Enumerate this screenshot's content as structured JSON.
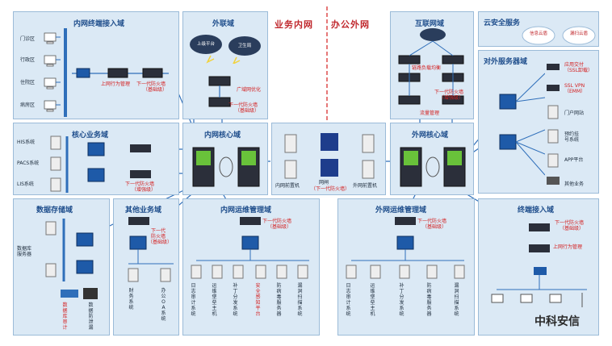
{
  "header": {
    "left": "业务内网",
    "right": "办公外网"
  },
  "zones": {
    "terminal_in": {
      "title": "内网终端接入域",
      "depts": [
        "门诊区",
        "行政区",
        "住院区",
        "病房区"
      ],
      "behavior_mgmt": "上网行为管理",
      "fw": [
        "下一代防火墙",
        "（基础级）"
      ]
    },
    "ext": {
      "title": "外联域",
      "clouds": [
        "上级平台",
        "卫生局"
      ],
      "opt": "广域网优化",
      "fw": [
        "下一代防火墙",
        "（基础级）"
      ]
    },
    "internet": {
      "title": "互联网域",
      "lb": "链路负载均衡",
      "traffic": "流量管理",
      "fw": [
        "下一代防火墙",
        "（增强级）"
      ]
    },
    "cloud": {
      "title": "云安全服务",
      "clouds": [
        "信息云盾",
        "漏扫云盾"
      ]
    },
    "ext_srv": {
      "title": "对外服务器域",
      "items": [
        "应用交付",
        "（SSL卸载）",
        "SSL VPN",
        "（EMM）",
        "门户网站",
        "预约挂",
        "号系统",
        "APP平台",
        "其他业务"
      ]
    },
    "core_biz": {
      "title": "核心业务域",
      "systems": [
        "HIS系统",
        "PACS系统",
        "LIS系统"
      ],
      "fw": [
        "下一代防火墙",
        "（增强级）"
      ]
    },
    "in_core": {
      "title": "内网核心域"
    },
    "mid": {
      "left": "内网前置机",
      "gap": "网闸",
      "gap_fw": "（下一代防火墙）",
      "right": "外网前置机"
    },
    "out_core": {
      "title": "外网核心域"
    },
    "storage": {
      "title": "数据存储域",
      "server": [
        "数据库",
        "服务器"
      ],
      "audit": "数据库审计",
      "dlp": "数据防泄漏"
    },
    "other_biz": {
      "title": "其他业务域",
      "fw": [
        "下一代",
        "防火墙",
        "（基础级）"
      ],
      "systems": [
        "财务系统",
        "办公OA系统"
      ]
    },
    "in_ops": {
      "title": "内网运维管理域",
      "fw": [
        "下一代防火墙",
        "（基础级）"
      ],
      "systems": [
        "日志审计系统",
        "运维堡垒主机",
        "补丁分发系统",
        "安全感知平台",
        "防病毒服务器",
        "漏洞扫描系统"
      ]
    },
    "out_ops": {
      "title": "外网运维管理域",
      "fw": [
        "下一代防火墙",
        "（基础级）"
      ],
      "systems": [
        "日志审计系统",
        "运维堡垒主机",
        "补丁分发系统",
        "防病毒服务器",
        "漏洞扫描系统"
      ]
    },
    "terminal_out": {
      "title": "终端接入域",
      "fw": [
        "下一代防火墙",
        "（基础级）"
      ],
      "behavior_mgmt": "上网行为管理"
    }
  },
  "watermark": "中科安信",
  "colors": {
    "zone_bg": "#dbe9f5",
    "title": "#1f4e8c",
    "header_red": "#c0282d",
    "label_red": "#d42020",
    "bus": "#2f6fba"
  }
}
